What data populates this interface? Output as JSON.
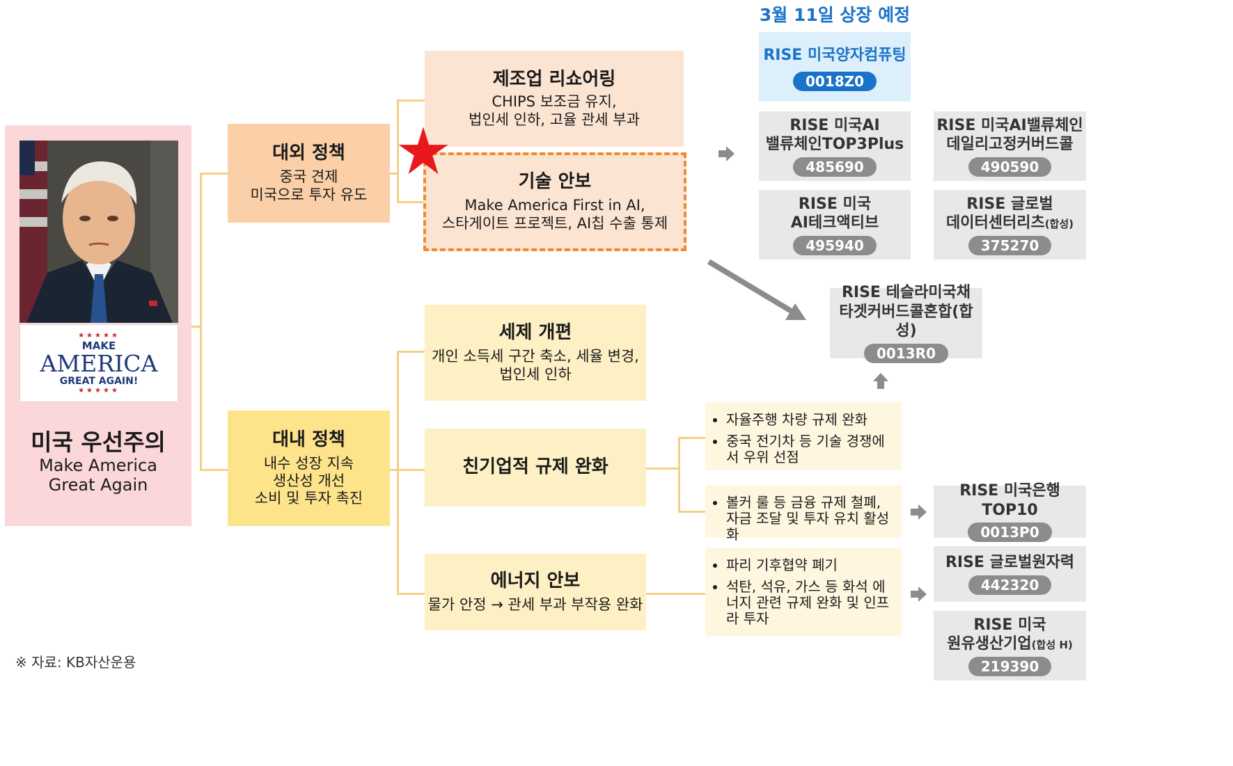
{
  "listing_title": "3월 11일 상장 예정",
  "featured_etf": {
    "name": "RISE 미국양자컴퓨팅",
    "code": "0018Z0"
  },
  "main_panel": {
    "badge": {
      "make": "MAKE",
      "america": "AMERICA",
      "great": "GREAT AGAIN!"
    },
    "title": "미국 우선주의",
    "subtitle_line1": "Make America",
    "subtitle_line2": "Great Again"
  },
  "foreign_policy": {
    "title": "대외 정책",
    "line1": "중국 견제",
    "line2": "미국으로 투자 유도"
  },
  "domestic_policy": {
    "title": "대내 정책",
    "line1": "내수 성장 지속",
    "line2": "생산성 개선",
    "line3": "소비 및 투자 촉진"
  },
  "reshoring": {
    "title": "제조업 리쇼어링",
    "line1": "CHIPS 보조금 유지,",
    "line2": "법인세 인하, 고율 관세 부과"
  },
  "tech_security": {
    "title": "기술 안보",
    "line1": "Make America First in AI,",
    "line2": "스타게이트 프로젝트, AI칩 수출 통제"
  },
  "tax_reform": {
    "title": "세제 개편",
    "line1": "개인 소득세 구간 축소, 세율 변경,",
    "line2": "법인세 인하"
  },
  "deregulation": {
    "title": "친기업적 규제 완화"
  },
  "energy": {
    "title": "에너지 안보",
    "line1": "물가 안정 → 관세 부과 부작용 완화"
  },
  "bullets_autonomous": [
    "자율주행 차량 규제 완화",
    "중국 전기차 등 기술 경쟁에서 우위 선점"
  ],
  "bullets_finance": [
    "볼커 룰 등 금융 규제 철폐, 자금 조달 및 투자 유치 활성화"
  ],
  "bullets_energy": [
    "파리 기후협약 폐기",
    "석탄, 석유, 가스 등 화석 에너지 관련 규제 완화 및 인프라 투자"
  ],
  "etfs": {
    "ai_value_chain": {
      "line1": "RISE 미국AI",
      "line2": "밸류체인TOP3Plus",
      "code": "485690"
    },
    "ai_daily": {
      "line1": "RISE 미국AI밸류체인",
      "line2": "데일리고정커버드콜",
      "code": "490590"
    },
    "ai_tech_active": {
      "line1": "RISE 미국",
      "line2": "AI테크액티브",
      "code": "495940"
    },
    "global_datacenter": {
      "line1": "RISE 글로벌",
      "line2": "데이터센터리츠",
      "suffix": "(합성)",
      "code": "375270"
    },
    "tesla": {
      "line1": "RISE 테슬라미국채",
      "line2": "타겟커버드콜혼합(합성)",
      "code": "0013R0"
    },
    "bank": {
      "line1": "RISE 미국은행TOP10",
      "code": "0013P0"
    },
    "nuclear": {
      "line1": "RISE 글로벌원자력",
      "code": "442320"
    },
    "oil": {
      "line1": "RISE 미국",
      "line2": "원유생산기업",
      "suffix": "(합성 H)",
      "code": "219390"
    }
  },
  "source": "※ 자료: KB자산운용",
  "colors": {
    "blue": "#1a73c8",
    "featured_bg": "#ddeffb",
    "gray_box": "#e8e8e8",
    "code_pill": "#8c8c8c",
    "pink": "#fbd7d9",
    "peach": "#fbd0a8",
    "peach_light": "#fce4d3",
    "yellow": "#fde38a",
    "yellow_light": "#fdf0c4",
    "cream": "#fff6e0",
    "dashed": "#f08a2e",
    "star": "#e8191c"
  }
}
